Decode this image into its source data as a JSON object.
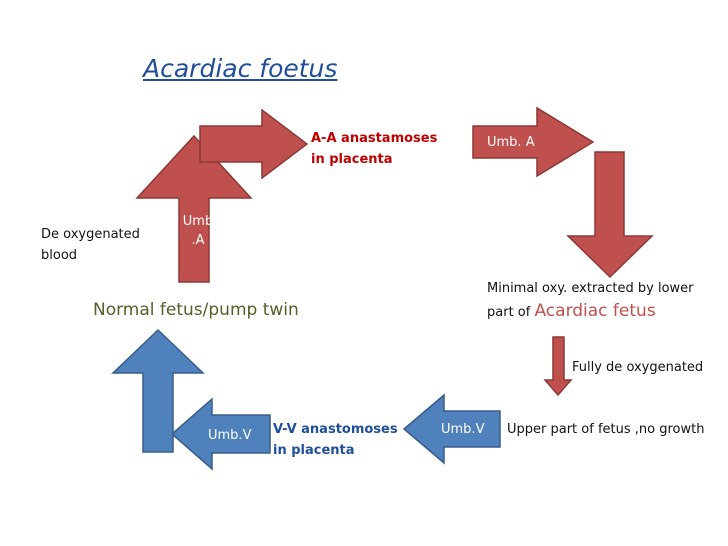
{
  "title": "Acardiac foetus",
  "labels": {
    "aa_line1": "A-A anastamoses",
    "aa_line2": "in placenta",
    "umb_a_right": "Umb. A",
    "umb_a_left_line1": "Umb",
    "umb_a_left_line2": ".A",
    "deoxy_line1": "De oxygenated",
    "deoxy_line2": "blood",
    "normal_fetus": "Normal fetus/pump twin",
    "minimal_line1": "Minimal oxy. extracted by lower",
    "minimal_line2_prefix": "part of",
    "minimal_line2_emph": "Acardiac fetus",
    "fully_deoxy": "Fully de oxygenated",
    "upper_part": "Upper part of fetus ,no growth",
    "umb_v_right": "Umb.V",
    "vv_line1": "V-V anastomoses",
    "vv_line2": "in placenta",
    "umb_v_left": "Umb.V"
  },
  "colors": {
    "red_arrow": "#c0504d",
    "red_arrow_border": "#8c3836",
    "blue_arrow": "#4f81bd",
    "blue_arrow_border": "#385d8a",
    "red_text": "#c00000",
    "blue_text": "#1f4e9c",
    "green_text": "#4f6228"
  },
  "icons": [
    "arrow-up-left",
    "arrow-right-top-left",
    "arrow-right-top-right",
    "arrow-down-right",
    "arrow-down-small",
    "arrow-left-right",
    "arrow-left-left",
    "arrow-up-blue"
  ]
}
